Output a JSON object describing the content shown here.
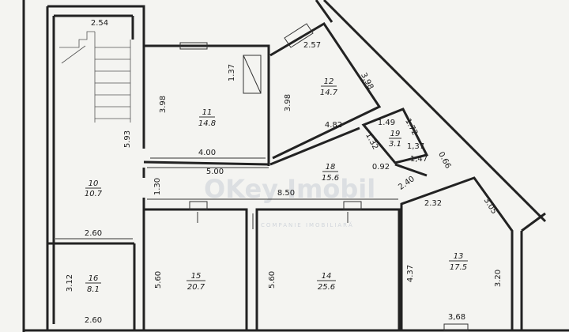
{
  "watermark": {
    "brand": "OKey Imobil",
    "tagline": "COMPANIE IMOBILIARĂ"
  },
  "rooms": [
    {
      "id": "11",
      "area": "14.8"
    },
    {
      "id": "12",
      "area": "14.7"
    },
    {
      "id": "19",
      "area": "3.1"
    },
    {
      "id": "18",
      "area": "15.6"
    },
    {
      "id": "10",
      "area": "10.7"
    },
    {
      "id": "16",
      "area": "8.1"
    },
    {
      "id": "15",
      "area": "20.7"
    },
    {
      "id": "14",
      "area": "25.6"
    },
    {
      "id": "13",
      "area": "17.5"
    }
  ],
  "dimensions": {
    "d_2_54": "2.54",
    "d_5_93": "5.93",
    "d_2_60_a": "2.60",
    "d_3_12": "3.12",
    "d_2_60_b": "2.60",
    "d_1_37_a": "1.37",
    "d_3_98_a": "3.98",
    "d_4_00": "4.00",
    "d_5_00": "5.00",
    "d_1_30": "1.30",
    "d_8_50": "8.50",
    "d_2_57": "2.57",
    "d_3_98_b": "3.98",
    "d_3_98_c": "3,98",
    "d_4_82": "4.82",
    "d_1_49": "1.49",
    "d_1_72": "1.72",
    "d_1_37_b": "1,37",
    "d_1_32": "1.32",
    "d_0_92": "0.92",
    "d_1_47": "1,47",
    "d_0_66": "0.66",
    "d_2_40": "2.40",
    "d_2_32": "2.32",
    "d_3_05": "3.05",
    "d_5_60_a": "5.60",
    "d_5_60_b": "5.60",
    "d_4_37": "4.37",
    "d_3_20": "3.20",
    "d_3_68": "3,68"
  }
}
